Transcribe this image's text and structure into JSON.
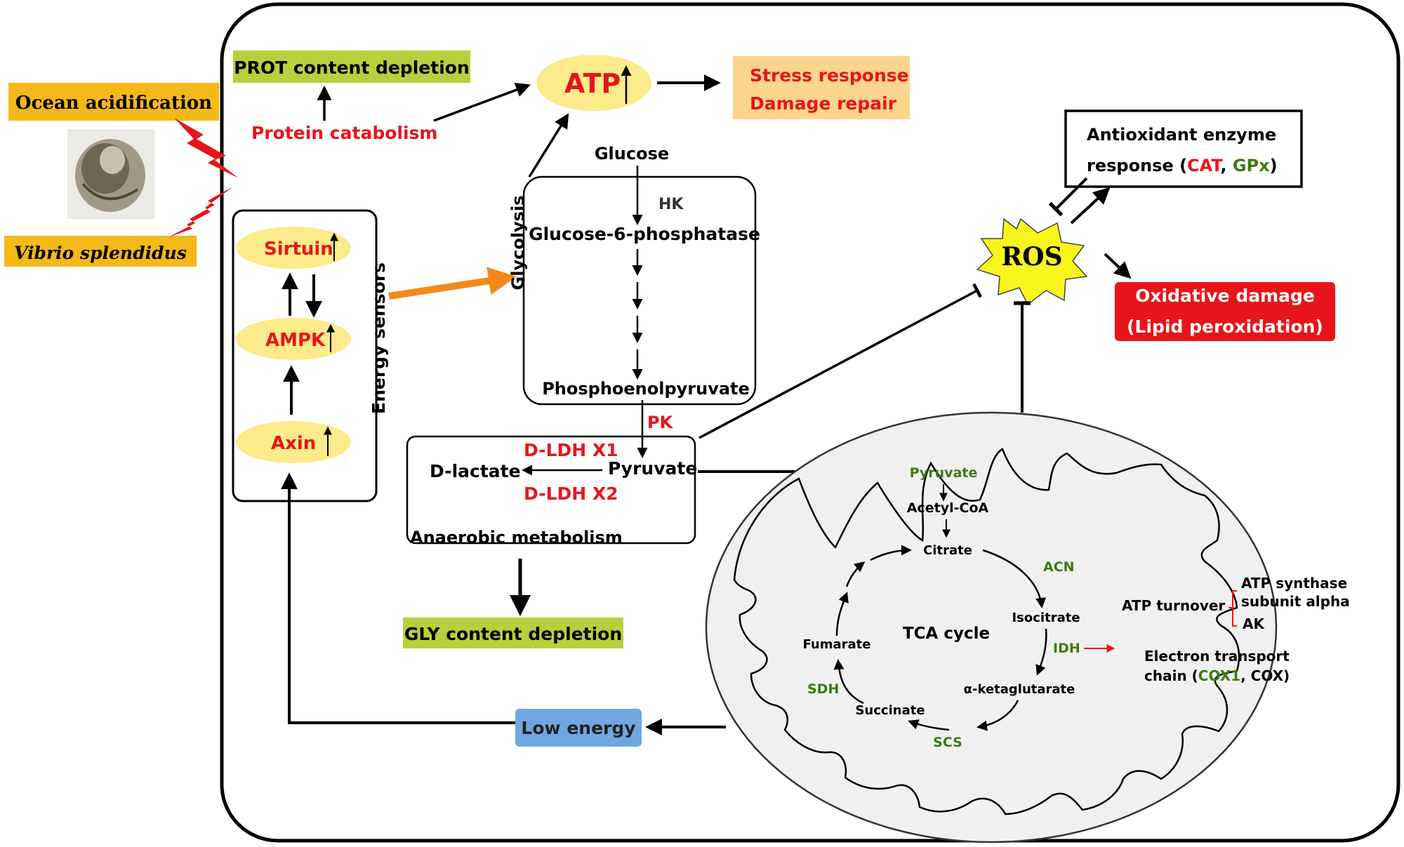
{
  "colors": {
    "red": "#e8141b",
    "green": "#3d7a12",
    "black": "#000000",
    "orange_box": "#f4b818",
    "tan_box": "#fbd58d",
    "lime_box": "#b9cf3c",
    "yellow_ellipse": "#fbeb8a",
    "red_box": "#e8141b",
    "blue_box": "#6fa8e0",
    "orange_arrow": "#f28a1a",
    "star": "#f8f51c"
  },
  "stressors": {
    "ocean_acidification": "Ocean acidification",
    "vibrio": "Vibrio splendidus"
  },
  "sensors": {
    "group_label": "Energy sensors",
    "sirtuin": "Sirtuin",
    "ampk": "AMPK",
    "axin": "Axin"
  },
  "protein": {
    "depletion": "PROT content depletion",
    "catabolism": "Protein catabolism"
  },
  "atp": "ATP",
  "response": {
    "line1": "Stress response",
    "line2": "Damage repair"
  },
  "glycolysis": {
    "label": "Glycolysis",
    "glucose": "Glucose",
    "hk": "HK",
    "g6p": "Glucose-6-phosphatase",
    "pep": "Phosphoenolpyruvate",
    "pk": "PK"
  },
  "anaerobic": {
    "ldh1": "D-LDH X1",
    "ldh2": "D-LDH X2",
    "pyruvate": "Pyruvate",
    "lactate": "D-lactate",
    "label": "Anaerobic metabolism"
  },
  "gly_depletion": "GLY content depletion",
  "low_energy": "Low energy",
  "antioxidant": {
    "line1": "Antioxidant enzyme",
    "line2_prefix": "response (",
    "cat": "CAT",
    "comma": ", ",
    "gpx": "GPx",
    "close": ")"
  },
  "ros": "ROS",
  "oxidative": {
    "line1": "Oxidative damage",
    "line2": "(Lipid peroxidation)"
  },
  "mito": {
    "pyruvate": "Pyruvate",
    "acetyl_coa": "Acetyl-CoA",
    "citrate": "Citrate",
    "acn": "ACN",
    "isocitrate": "Isocitrate",
    "idh": "IDH",
    "akg": "α-ketaglutarate",
    "scs": "SCS",
    "succinate": "Succinate",
    "sdh": "SDH",
    "fumarate": "Fumarate",
    "tca": "TCA cycle",
    "atp_turnover": "ATP turnover",
    "atp_synthase_1": "ATP synthase",
    "atp_synthase_2": "subunit alpha",
    "ak": "AK",
    "etc1": "Electron transport",
    "etc2_prefix": "chain (",
    "cox1": "COX1",
    "etc2_mid": ",  COX)"
  }
}
